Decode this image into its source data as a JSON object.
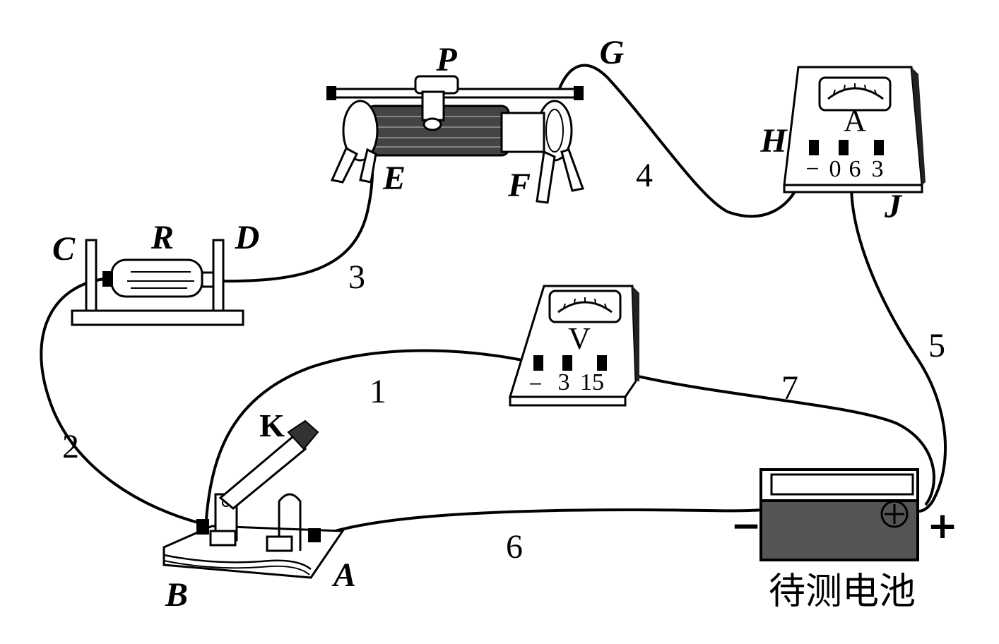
{
  "labels": {
    "P": "P",
    "G": "G",
    "E": "E",
    "F": "F",
    "H": "H",
    "J": "J",
    "C": "C",
    "R": "R",
    "D": "D",
    "K": "K",
    "B": "B",
    "A": "A"
  },
  "wire_numbers": [
    "1",
    "2",
    "3",
    "4",
    "5",
    "6",
    "7"
  ],
  "ammeter": {
    "symbol": "A",
    "terminals": "− 0.6 3",
    "terminal_labels": [
      "−",
      "0",
      "6",
      "3"
    ]
  },
  "voltmeter": {
    "symbol": "V",
    "terminal_labels": [
      "−",
      "3",
      "15"
    ]
  },
  "battery": {
    "caption": "待测电池",
    "minus": "−",
    "plus": "+",
    "plus_symbol": "⊕"
  },
  "colors": {
    "ink": "#000000",
    "battery_fill": "#555555",
    "background": "#ffffff"
  }
}
